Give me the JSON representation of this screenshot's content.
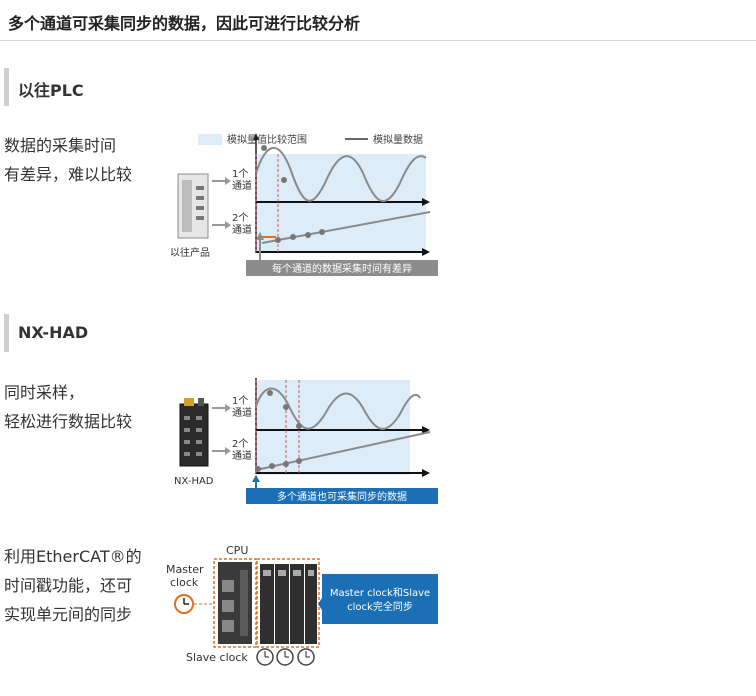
{
  "page_title": "多个通道可采集同步的数据，因此可进行比较分析",
  "sections": [
    {
      "heading": "以往PLC",
      "desc_lines": [
        "数据的采集时间",
        "有差异，难以比较"
      ],
      "figure": {
        "legend_range": "模拟量值比较范围",
        "legend_data": "模拟量数据",
        "ch1": [
          "1个",
          "通道"
        ],
        "ch2": [
          "2个",
          "通道"
        ],
        "device_label": "以往产品",
        "caption": "每个通道的数据采集时间有差异",
        "caption_color": "#8c8c8c"
      }
    },
    {
      "heading": "NX-HAD",
      "desc_lines": [
        "同时采样，",
        "轻松进行数据比较"
      ],
      "figure": {
        "ch1": [
          "1个",
          "通道"
        ],
        "ch2": [
          "2个",
          "通道"
        ],
        "device_label": "NX-HAD",
        "caption": "多个通道也可采集同步的数据",
        "caption_color": "#1a6fb5"
      }
    },
    {
      "desc_lines": [
        "利用EtherCAT®的",
        "时间戳功能，还可",
        "实现单元间的同步"
      ],
      "figure": {
        "cpu_label": "CPU",
        "master_label": [
          "Master",
          "clock"
        ],
        "slave_label": "Slave clock",
        "callout": [
          "Master clock和Slave",
          "clock完全同步"
        ],
        "callout_color": "#1a6fb5"
      }
    }
  ],
  "colors": {
    "range_fill": "#dcecf8",
    "curve": "#8a8a8a",
    "dashed": "#d9534f"
  }
}
